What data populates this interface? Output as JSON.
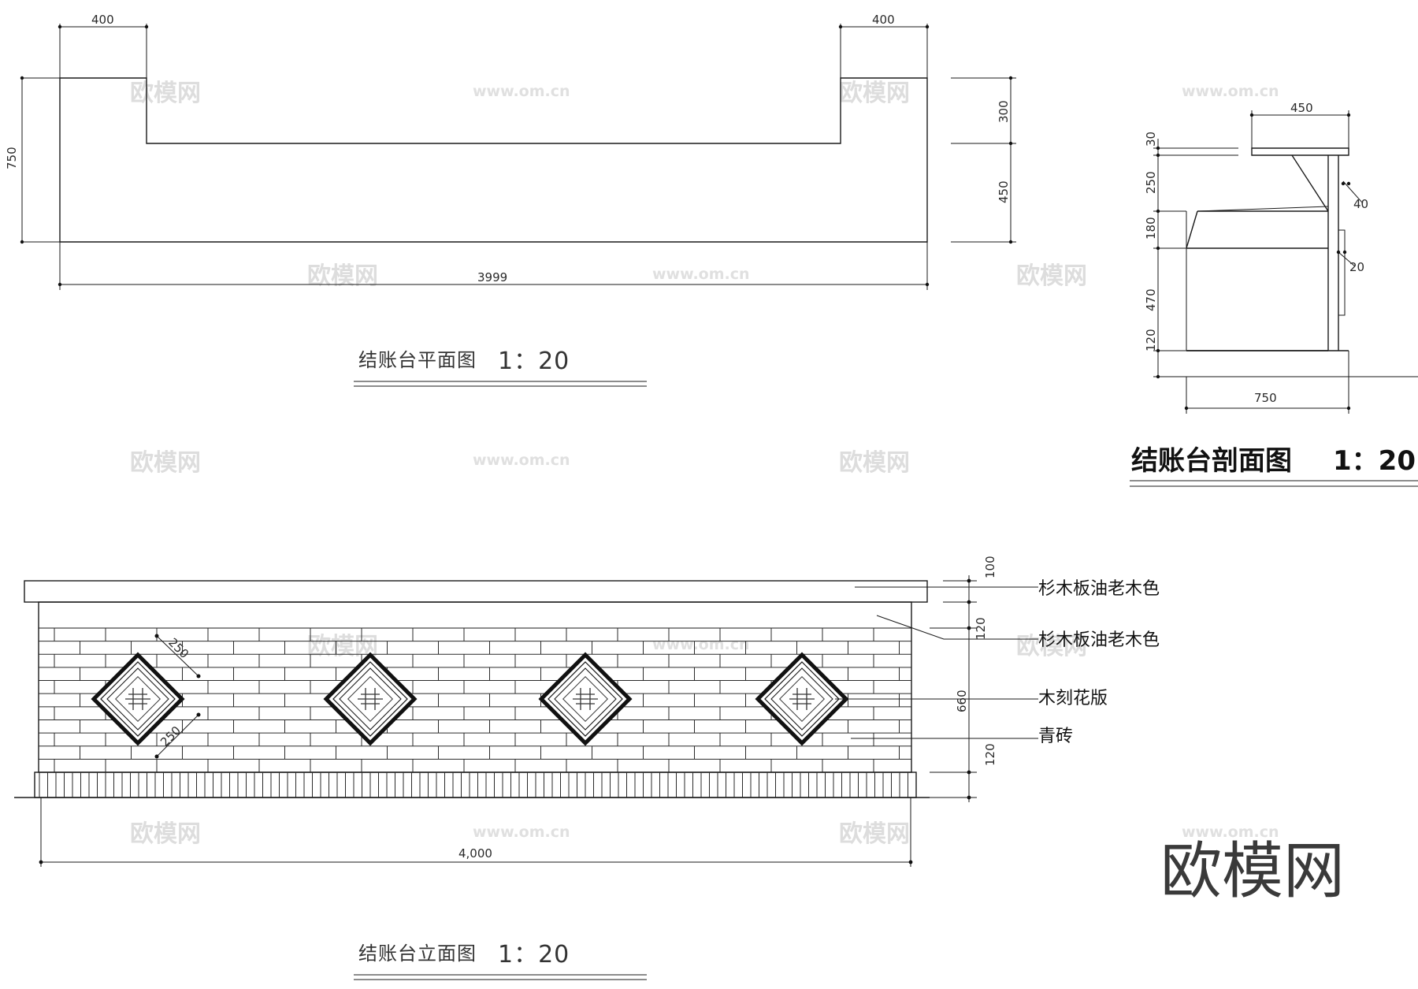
{
  "plan": {
    "title": "结账台平面图",
    "scale": "1：20",
    "dims": {
      "left_top": "400",
      "right_top": "400",
      "height": "750",
      "right_upper": "300",
      "right_lower": "450",
      "length": "3999"
    }
  },
  "section": {
    "title": "结账台剖面图",
    "scale": "1：20",
    "dims": {
      "top_width": "450",
      "top_thick": "30",
      "d250": "250",
      "d180": "180",
      "d470": "470",
      "d120": "120",
      "bottom_width": "750",
      "d40": "40",
      "d20": "20"
    }
  },
  "elevation": {
    "title": "结账台立面图",
    "scale": "1：20",
    "dims": {
      "d100": "100",
      "d120_top": "120",
      "d660": "660",
      "d120_bottom": "120",
      "panel_a": "250",
      "panel_b": "250",
      "length": "4,000"
    },
    "labels": [
      "杉木板油老木色",
      "杉木板油老木色",
      "木刻花版",
      "青砖"
    ]
  },
  "watermark": {
    "brand": "欧模网",
    "url": "www.om.cn"
  }
}
